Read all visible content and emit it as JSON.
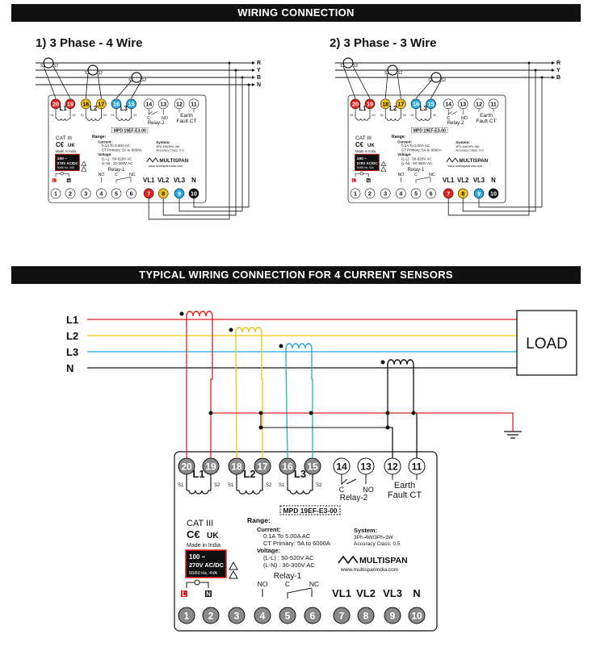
{
  "header": {
    "banner_top": "WIRING CONNECTION",
    "banner_bottom": "TYPICAL WIRING CONNECTION FOR 4 CURRENT SENSORS",
    "title_left": "1) 3 Phase - 4 Wire",
    "title_right": "2) 3 Phase - 3 Wire"
  },
  "lines4": [
    "R",
    "Y",
    "B",
    "N"
  ],
  "lines3": [
    "R",
    "Y",
    "B"
  ],
  "phases": [
    "L1",
    "L2",
    "L3",
    "N"
  ],
  "load": "LOAD",
  "ct": {
    "s1": "S1",
    "s2": "S2"
  },
  "meter": {
    "top_terminals": [
      "20",
      "19",
      "18",
      "17",
      "16",
      "15",
      "14",
      "13",
      "12",
      "11"
    ],
    "bottom_terminals": [
      "1",
      "2",
      "3",
      "4",
      "5",
      "6",
      "7",
      "8",
      "9",
      "10"
    ],
    "ct_labels": [
      "L1",
      "L2",
      "L3"
    ],
    "relay1": "Relay-1",
    "relay2": "Relay-2",
    "earth_fault": [
      "Earth",
      "Fault CT"
    ],
    "model": "MPD 19EF-E3-00",
    "cat": "CAT III",
    "made": "Made in India",
    "range_title": "Range:",
    "current_title": "Current:",
    "current_val": "0.1A To 5.00A AC",
    "ct_primary": "CT Primary: 5A to 6000A",
    "voltage_title": "Voltage:",
    "voltage_ll": "(L-L) : 50-520V AC",
    "voltage_ln": "(L-N) : 30-300V AC",
    "system_title": "System:",
    "system_val": "3Ph-4W/3Ph-3W",
    "accuracy": "Accuracy Class: 0.5",
    "brand": "MULTISPAN",
    "website": "www.multispanindia.com",
    "supply": [
      "100 ~",
      "270V AC/DC",
      "50/60 Hz, 4VA"
    ],
    "L": "L",
    "N": "N",
    "no": "NO",
    "nc": "NC",
    "c": "C",
    "vlabels": [
      "VL1",
      "VL2",
      "VL3",
      "N"
    ]
  }
}
